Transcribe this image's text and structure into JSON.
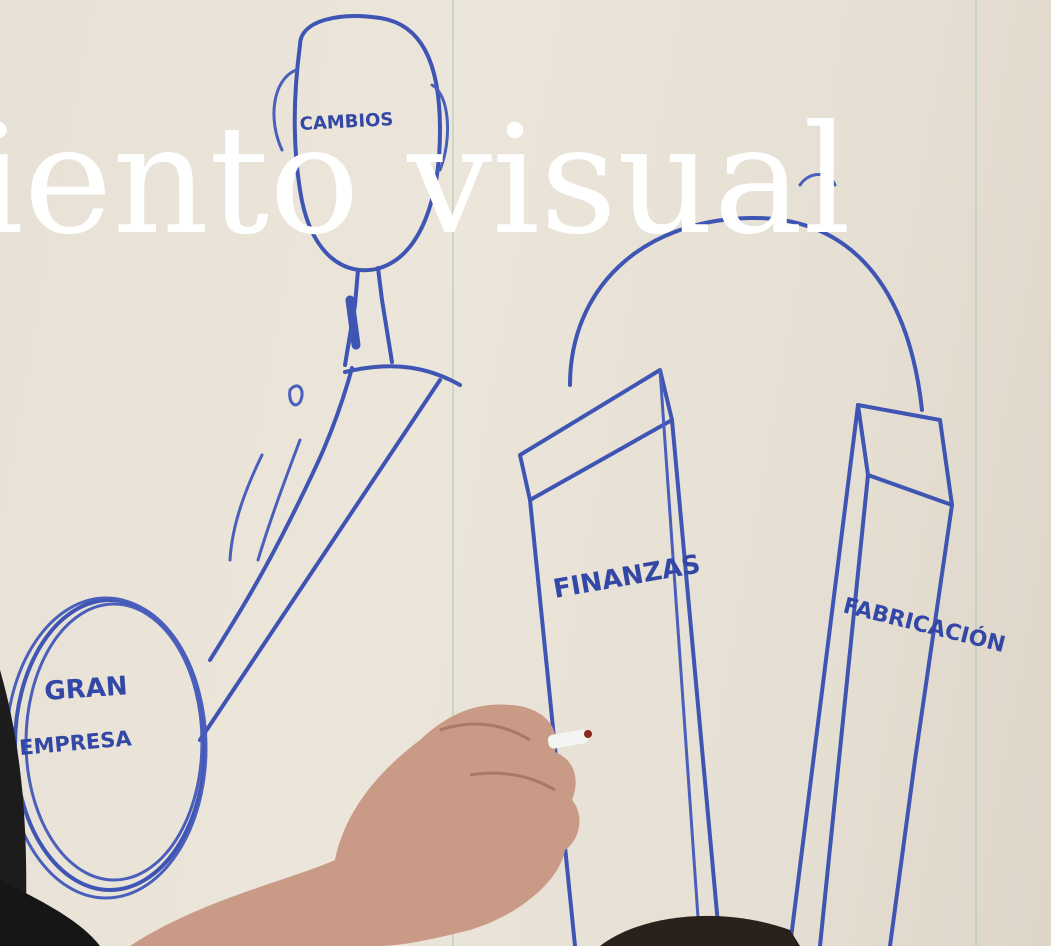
{
  "overlay": {
    "title_fragment": "miento visual",
    "color": "#ffffff"
  },
  "whiteboard": {
    "ink_color": "#3f55b3",
    "labels": {
      "head": "CAMBIOS",
      "circle_line1": "GRAN",
      "circle_line2": "EMPRESA",
      "pillar_left": "FINANZAS",
      "pillar_right": "FABRICACIÓN"
    }
  },
  "objects": {
    "hand": "hand holding marker",
    "marker": "marker",
    "person": "person's dark sleeve"
  }
}
